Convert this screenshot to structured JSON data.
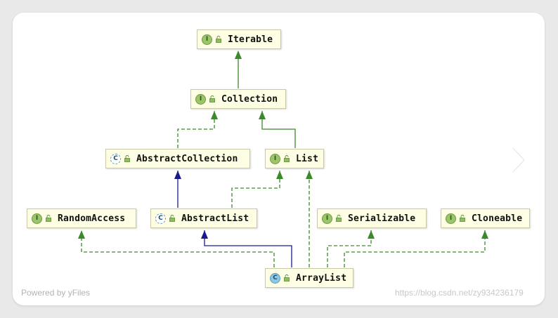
{
  "diagram": {
    "nodes": [
      {
        "id": "iterable",
        "label": "Iterable",
        "kind": "I"
      },
      {
        "id": "collection",
        "label": "Collection",
        "kind": "I"
      },
      {
        "id": "abstractcollection",
        "label": "AbstractCollection",
        "kind": "C"
      },
      {
        "id": "list",
        "label": "List",
        "kind": "I"
      },
      {
        "id": "randomaccess",
        "label": "RandomAccess",
        "kind": "I"
      },
      {
        "id": "abstractlist",
        "label": "AbstractList",
        "kind": "C"
      },
      {
        "id": "serializable",
        "label": "Serializable",
        "kind": "I"
      },
      {
        "id": "cloneable",
        "label": "Cloneable",
        "kind": "I"
      },
      {
        "id": "arraylist",
        "label": "ArrayList",
        "kind": "C"
      }
    ],
    "edges": [
      {
        "from": "collection",
        "to": "iterable",
        "type": "extends-interface"
      },
      {
        "from": "abstractcollection",
        "to": "collection",
        "type": "implements"
      },
      {
        "from": "list",
        "to": "collection",
        "type": "extends-interface"
      },
      {
        "from": "abstractlist",
        "to": "abstractcollection",
        "type": "extends-class"
      },
      {
        "from": "abstractlist",
        "to": "list",
        "type": "implements"
      },
      {
        "from": "arraylist",
        "to": "abstractlist",
        "type": "extends-class"
      },
      {
        "from": "arraylist",
        "to": "list",
        "type": "implements"
      },
      {
        "from": "arraylist",
        "to": "randomaccess",
        "type": "implements"
      },
      {
        "from": "arraylist",
        "to": "serializable",
        "type": "implements"
      },
      {
        "from": "arraylist",
        "to": "cloneable",
        "type": "implements"
      }
    ],
    "colors": {
      "interface_edge": "#3a8a2a",
      "class_edge": "#1a1a8c",
      "node_fill": "#fefee4"
    }
  },
  "footer": {
    "powered_by": "Powered by yFiles",
    "watermark": "https://blog.csdn.net/zy934236179"
  },
  "nav": {
    "next_icon": "chevron-right-icon"
  }
}
